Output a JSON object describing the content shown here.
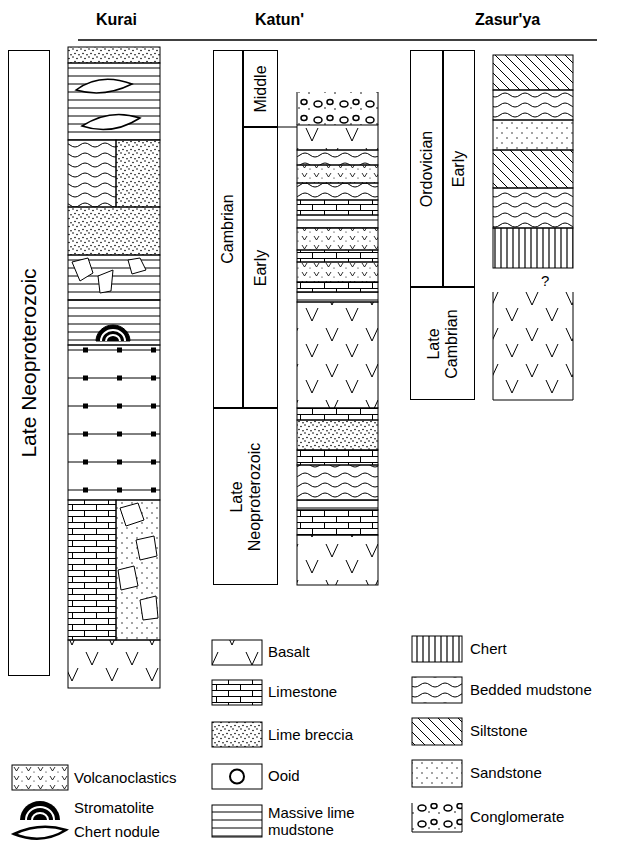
{
  "diagram": {
    "nodes": [
      {
        "text": [
          "Late Neoproterozoic"
        ]
      },
      {
        "text": [
          "Cambrian"
        ]
      },
      {
        "text": [
          "Middle"
        ]
      },
      {
        "text": [
          "Early"
        ]
      },
      {
        "text": [
          "Late Neoproterozoic"
        ]
      },
      {
        "text": [
          "Ordovician"
        ]
      },
      {
        "text": [
          "Early"
        ]
      },
      {
        "text": [
          "Late Cambrian"
        ]
      }
    ],
    "labels": [
      "Kurai",
      "Katun'",
      "Zasur'ya",
      "?"
    ],
    "legend": [
      {
        "text": "Volcanoclastics"
      },
      {
        "text": "Stromatolite"
      },
      {
        "text": "Chert nodule"
      },
      {
        "text": "Basalt"
      },
      {
        "text": "Limestone"
      },
      {
        "text": "Lime breccia"
      },
      {
        "text": "Ooid"
      },
      {
        "text": "Massive lime mudstone"
      },
      {
        "text": "Chert"
      },
      {
        "text": "Bedded mudstone"
      },
      {
        "text": "Siltstone"
      },
      {
        "text": "Sandstone"
      },
      {
        "text": "Conglomerate"
      }
    ]
  }
}
